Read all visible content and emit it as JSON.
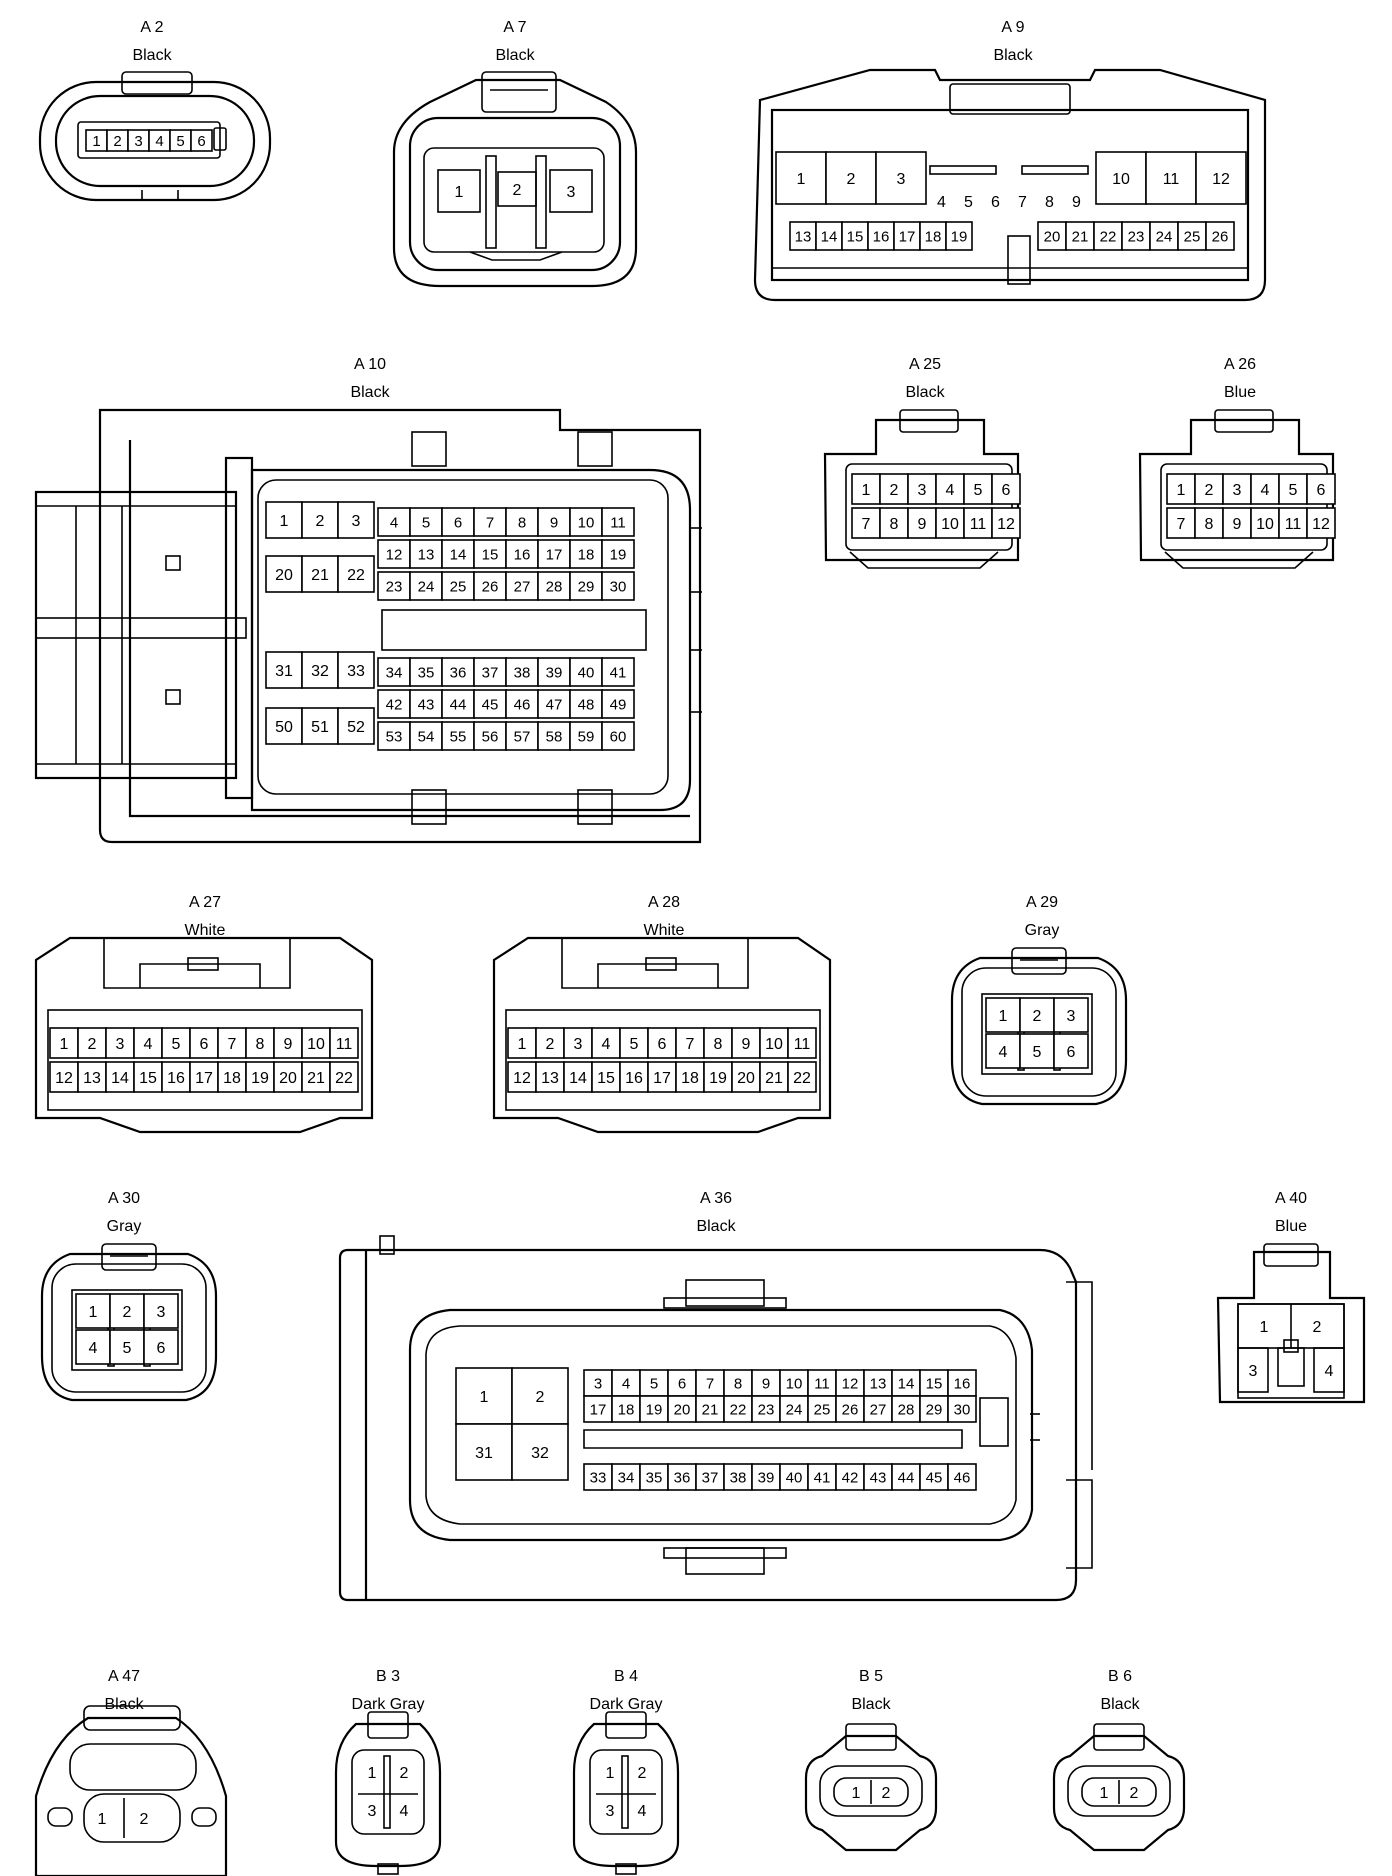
{
  "connectors": [
    {
      "id": "A2",
      "code": "A 2",
      "color": "Black"
    },
    {
      "id": "A7",
      "code": "A 7",
      "color": "Black"
    },
    {
      "id": "A9",
      "code": "A 9",
      "color": "Black"
    },
    {
      "id": "A10",
      "code": "A 10",
      "color": "Black"
    },
    {
      "id": "A25",
      "code": "A 25",
      "color": "Black"
    },
    {
      "id": "A26",
      "code": "A 26",
      "color": "Blue"
    },
    {
      "id": "A27",
      "code": "A 27",
      "color": "White"
    },
    {
      "id": "A28",
      "code": "A 28",
      "color": "White"
    },
    {
      "id": "A29",
      "code": "A 29",
      "color": "Gray"
    },
    {
      "id": "A30",
      "code": "A 30",
      "color": "Gray"
    },
    {
      "id": "A36",
      "code": "A 36",
      "color": "Black"
    },
    {
      "id": "A40",
      "code": "A 40",
      "color": "Blue"
    },
    {
      "id": "A47",
      "code": "A 47",
      "color": "Black"
    },
    {
      "id": "B3",
      "code": "B 3",
      "color": "Dark Gray"
    },
    {
      "id": "B4",
      "code": "B 4",
      "color": "Dark Gray"
    },
    {
      "id": "B5",
      "code": "B 5",
      "color": "Black"
    },
    {
      "id": "B6",
      "code": "B 6",
      "color": "Black"
    }
  ],
  "pins": {
    "A2": [
      [
        "1",
        "2",
        "3",
        "4",
        "5",
        "6"
      ]
    ],
    "A7": [
      [
        "1",
        "2",
        "3"
      ]
    ],
    "A9": [
      [
        "1",
        "2",
        "3"
      ],
      [
        "4",
        "5",
        "6",
        "7",
        "8",
        "9"
      ],
      [
        "10",
        "11",
        "12"
      ],
      [
        "13",
        "14",
        "15",
        "16",
        "17",
        "18",
        "19"
      ],
      [
        "20",
        "21",
        "22",
        "23",
        "24",
        "25",
        "26"
      ]
    ],
    "A10": [
      [
        "1",
        "2",
        "3"
      ],
      [
        "20",
        "21",
        "22"
      ],
      [
        "4",
        "5",
        "6",
        "7",
        "8",
        "9",
        "10",
        "11"
      ],
      [
        "12",
        "13",
        "14",
        "15",
        "16",
        "17",
        "18",
        "19"
      ],
      [
        "23",
        "24",
        "25",
        "26",
        "27",
        "28",
        "29",
        "30"
      ],
      [
        "31",
        "32",
        "33"
      ],
      [
        "50",
        "51",
        "52"
      ],
      [
        "34",
        "35",
        "36",
        "37",
        "38",
        "39",
        "40",
        "41"
      ],
      [
        "42",
        "43",
        "44",
        "45",
        "46",
        "47",
        "48",
        "49"
      ],
      [
        "53",
        "54",
        "55",
        "56",
        "57",
        "58",
        "59",
        "60"
      ]
    ],
    "A25": [
      [
        "1",
        "2",
        "3",
        "4",
        "5",
        "6"
      ],
      [
        "7",
        "8",
        "9",
        "10",
        "11",
        "12"
      ]
    ],
    "A26": [
      [
        "1",
        "2",
        "3",
        "4",
        "5",
        "6"
      ],
      [
        "7",
        "8",
        "9",
        "10",
        "11",
        "12"
      ]
    ],
    "A27": [
      [
        "1",
        "2",
        "3",
        "4",
        "5",
        "6",
        "7",
        "8",
        "9",
        "10",
        "11"
      ],
      [
        "12",
        "13",
        "14",
        "15",
        "16",
        "17",
        "18",
        "19",
        "20",
        "21",
        "22"
      ]
    ],
    "A28": [
      [
        "1",
        "2",
        "3",
        "4",
        "5",
        "6",
        "7",
        "8",
        "9",
        "10",
        "11"
      ],
      [
        "12",
        "13",
        "14",
        "15",
        "16",
        "17",
        "18",
        "19",
        "20",
        "21",
        "22"
      ]
    ],
    "A29": [
      [
        "1",
        "2",
        "3"
      ],
      [
        "4",
        "5",
        "6"
      ]
    ],
    "A30": [
      [
        "1",
        "2",
        "3"
      ],
      [
        "4",
        "5",
        "6"
      ]
    ],
    "A36": [
      [
        "1",
        "2"
      ],
      [
        "31",
        "32"
      ],
      [
        "3",
        "4",
        "5",
        "6",
        "7",
        "8",
        "9",
        "10",
        "11",
        "12",
        "13",
        "14",
        "15",
        "16"
      ],
      [
        "17",
        "18",
        "19",
        "20",
        "21",
        "22",
        "23",
        "24",
        "25",
        "26",
        "27",
        "28",
        "29",
        "30"
      ],
      [
        "33",
        "34",
        "35",
        "36",
        "37",
        "38",
        "39",
        "40",
        "41",
        "42",
        "43",
        "44",
        "45",
        "46"
      ]
    ],
    "A40": [
      [
        "1",
        "2"
      ],
      [
        "3",
        "4"
      ]
    ],
    "A47": [
      [
        "1",
        "2"
      ]
    ],
    "B3": [
      [
        "1",
        "2"
      ],
      [
        "3",
        "4"
      ]
    ],
    "B4": [
      [
        "1",
        "2"
      ],
      [
        "3",
        "4"
      ]
    ],
    "B5": [
      [
        "1",
        "2"
      ]
    ],
    "B6": [
      [
        "1",
        "2"
      ]
    ]
  }
}
